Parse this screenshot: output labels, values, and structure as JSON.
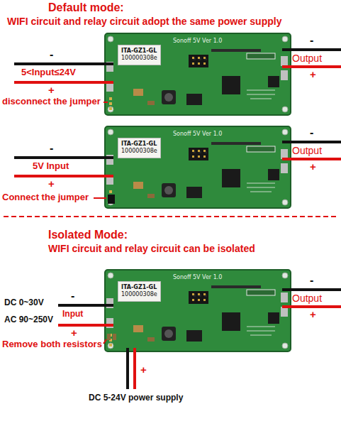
{
  "diagram": {
    "nodes": [
      {
        "text": [
          "Sonoff 5V Ver 1.0"
        ]
      },
      {
        "text": [
          "ITA-GZ1-GL",
          "100000308e"
        ],
        "in": 0
      },
      {
        "text": [
          "Sonoff 5V Ver 1.0"
        ]
      },
      {
        "text": [
          "ITA-GZ1-GL",
          "100000308e"
        ],
        "in": 2
      },
      {
        "text": [
          "Sonoff 5V Ver 1.0"
        ]
      },
      {
        "text": [
          "ITA-GZ1-GL",
          "100000308e"
        ],
        "in": 4
      }
    ],
    "labels": [
      "Default mode:",
      "WIFI circuit and relay circuit adopt the same power supply",
      "-",
      "5<Input≤24V",
      "+",
      "disconnect the jumper",
      "-",
      "Output",
      "+",
      "-",
      "5V Input",
      "+",
      "Connect the jumper",
      "-",
      "Output",
      "+",
      "Isolated Mode:",
      "WIFI circuit and relay circuit can be isolated",
      "-",
      "DC 0~30V",
      "Input",
      "AC 90~250V",
      "+",
      "Remove both resistors",
      "-",
      "Output",
      "+",
      "+",
      "DC 5-24V power supply"
    ]
  }
}
